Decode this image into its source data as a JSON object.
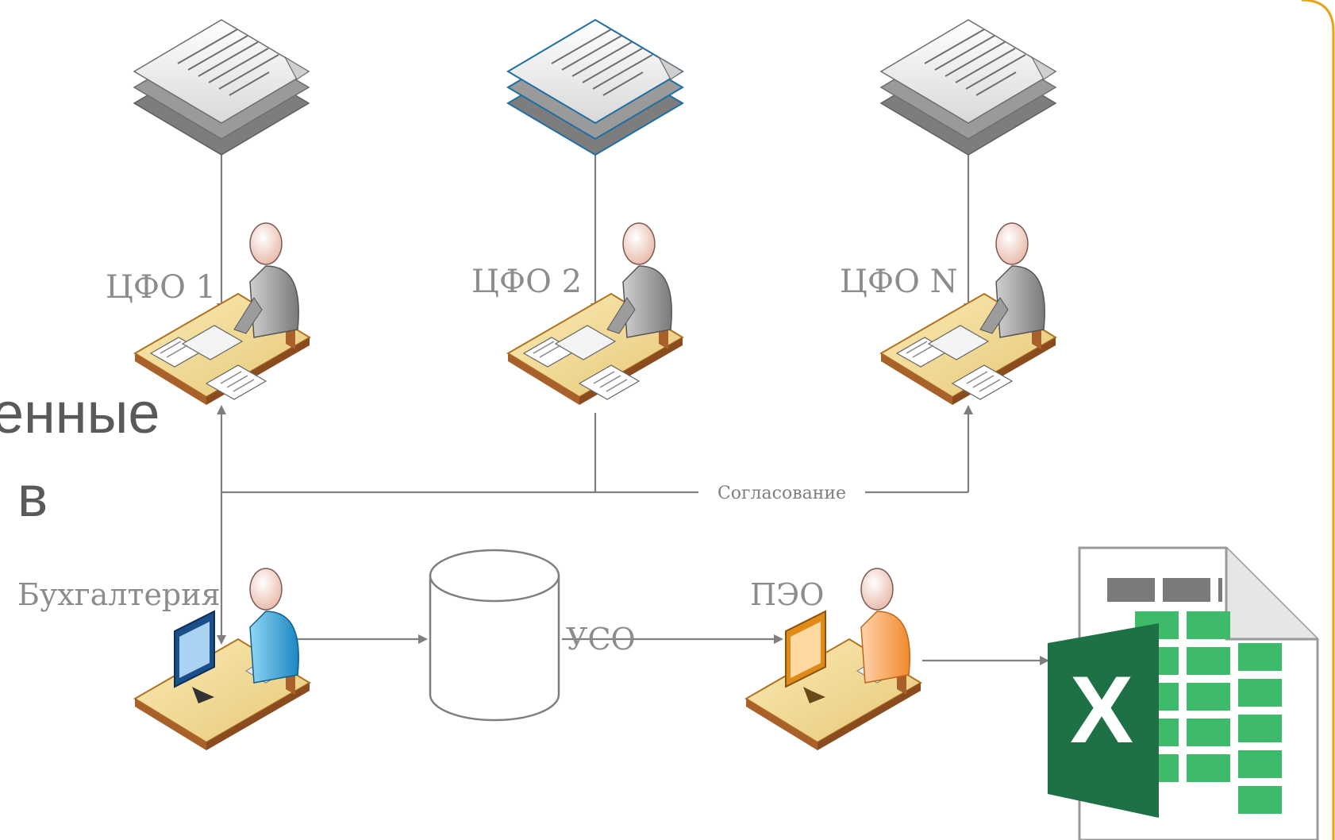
{
  "background_text": {
    "line1": "енные",
    "line2": "в"
  },
  "nodes": {
    "cfo1": {
      "label": "ЦФО 1",
      "icon": "person-at-desk-with-papers-icon"
    },
    "cfo2": {
      "label": "ЦФО 2",
      "icon": "person-at-desk-with-papers-icon"
    },
    "cfoN": {
      "label": "ЦФО N",
      "icon": "person-at-desk-with-papers-icon"
    },
    "accounting": {
      "label": "Бухгалтерия",
      "icon": "person-at-computer-icon",
      "color": "#27a9e1"
    },
    "db": {
      "label": "УСО",
      "icon": "database-cylinder-icon"
    },
    "peo": {
      "label": "ПЭО",
      "icon": "person-at-computer-icon",
      "color": "#f7941d"
    },
    "excel": {
      "icon": "excel-file-icon",
      "glyph": "X",
      "color": "#1e7145"
    }
  },
  "edges": {
    "approval_label": "Согласование"
  },
  "colors": {
    "line": "#7f7f7f",
    "document_highlight": "#1f6fa3",
    "frame": "#e8a317"
  }
}
